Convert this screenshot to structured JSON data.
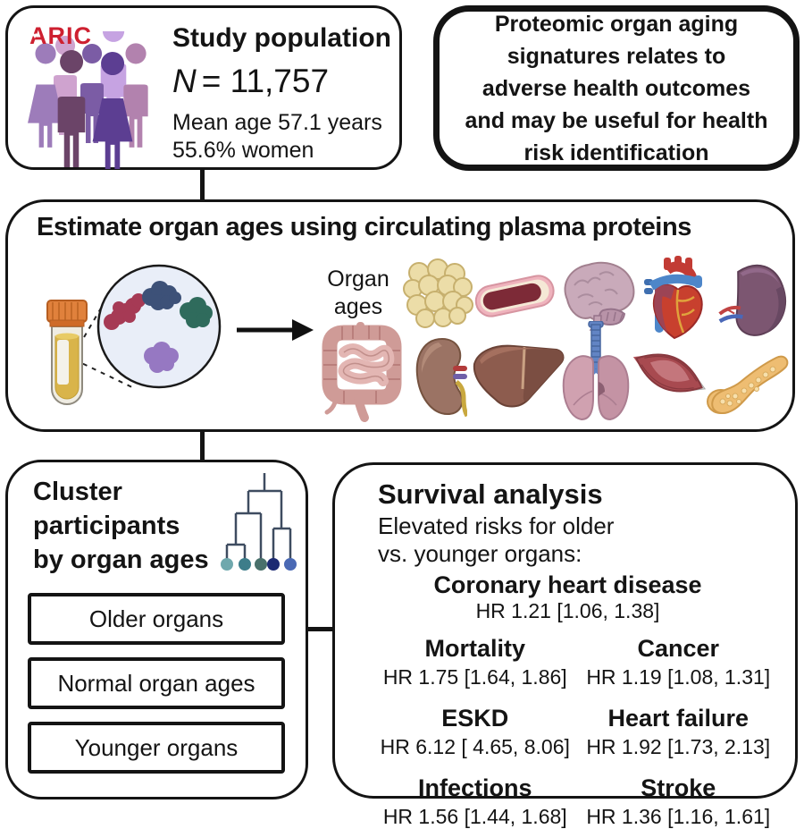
{
  "study_population": {
    "logo": "ARIC",
    "title": "Study population",
    "n_label": "N",
    "n_value": "= 11,757",
    "mean_age": "Mean age 57.1 years",
    "women": "55.6% women"
  },
  "conclusion": {
    "text": "Proteomic organ aging\nsignatures relates to\nadverse health outcomes\nand may be useful for health\nrisk identification"
  },
  "estimate": {
    "title": "Estimate organ ages using circulating plasma proteins",
    "organ_ages_label": "Organ\nages",
    "organ_icons": [
      "adipose-tissue",
      "artery",
      "brain",
      "heart",
      "spleen",
      "intestine",
      "kidney",
      "liver",
      "lungs",
      "muscle",
      "pancreas"
    ]
  },
  "cluster": {
    "title": "Cluster\nparticipants\nby organ ages",
    "groups": [
      "Older organs",
      "Normal organ ages",
      "Younger organs"
    ],
    "dendrogram_leaf_colors": [
      "#6fa8ad",
      "#3d7d8a",
      "#49706b",
      "#1c2a72",
      "#4a69b4"
    ]
  },
  "survival": {
    "title": "Survival analysis",
    "subtitle": "Elevated risks for older\nvs. younger organs:",
    "featured": {
      "label": "Coronary heart disease",
      "hr": "HR 1.21 [1.06, 1.38]"
    },
    "outcomes": [
      {
        "label": "Mortality",
        "hr": "HR 1.75 [1.64, 1.86]"
      },
      {
        "label": "Cancer",
        "hr": "HR 1.19 [1.08, 1.31]"
      },
      {
        "label": "ESKD",
        "hr": "HR 6.12 [ 4.65, 8.06]"
      },
      {
        "label": "Heart failure",
        "hr": "HR 1.92 [1.73, 2.13]"
      },
      {
        "label": "Infections",
        "hr": "HR 1.56 [1.44, 1.68]"
      },
      {
        "label": "Stroke",
        "hr": "HR 1.36 [1.16, 1.61]"
      }
    ]
  },
  "palette": {
    "border_black": "#141414",
    "aric_red": "#ce2030",
    "serum_yellow": "#d9b44a",
    "cap_orange": "#e0813c",
    "sample_circle_fill": "#e9eef8",
    "protein_crimson": "#a63a55",
    "protein_navy": "#3d5178",
    "protein_teal": "#2f6b5c",
    "protein_purple": "#9678c2",
    "dendrogram_line": "#3e4c60",
    "adipose": "#ecdda8",
    "artery_pink": "#efb3bd",
    "artery_lumen": "#7d2a37",
    "brain": "#c9aaba",
    "heart_red": "#c8402e",
    "vessel_blue": "#4d86c9",
    "spleen": "#7c5671",
    "intestine": "#cf9b97",
    "kidney": "#9b7364",
    "liver": "#8d5c4e",
    "lung_pink": "#d0a1b0",
    "muscle_red": "#a84a50",
    "pancreas": "#eebd72"
  }
}
